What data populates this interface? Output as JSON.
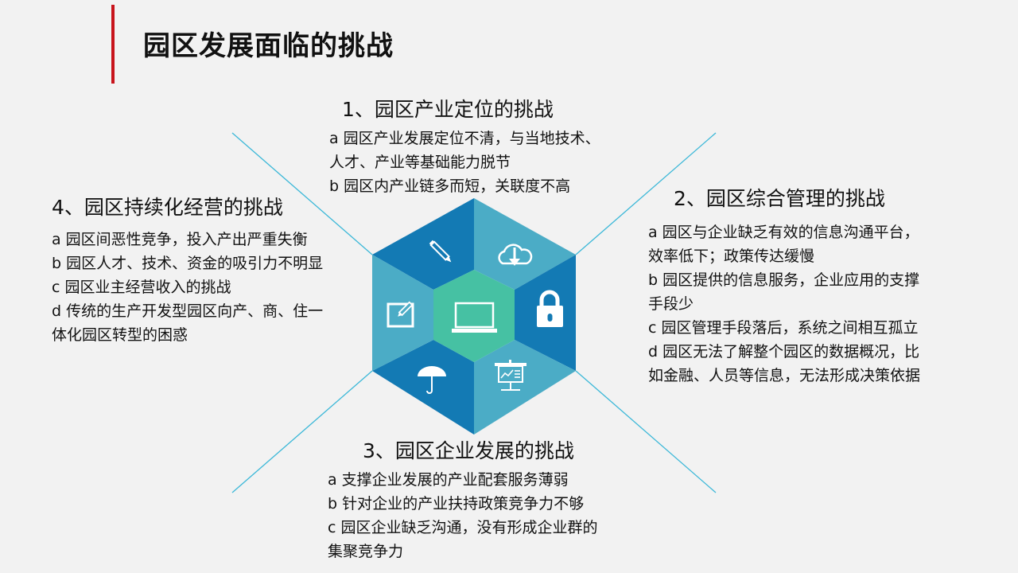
{
  "page": {
    "title": "园区发展面临的挑战",
    "accent_color": "#c8141c"
  },
  "diagram": {
    "colors": {
      "dark_segment": "#137ab4",
      "light_segment": "#4bacc6",
      "center": "#46c1a3",
      "connector_line": "#3cb8d8"
    },
    "segments": [
      {
        "position": "top-left",
        "icon": "pencil-icon"
      },
      {
        "position": "top-right",
        "icon": "cloud-download-icon"
      },
      {
        "position": "right",
        "icon": "lock-icon"
      },
      {
        "position": "bottom-right",
        "icon": "presentation-board-icon"
      },
      {
        "position": "bottom-left",
        "icon": "umbrella-icon"
      },
      {
        "position": "left",
        "icon": "edit-square-icon"
      }
    ],
    "center_icon": "laptop-icon"
  },
  "challenges": [
    {
      "heading": "1、园区产业定位的挑战",
      "lines": [
        "a  园区产业发展定位不清，与当地技术、",
        "人才、产业等基础能力脱节",
        "b  园区内产业链多而短，关联度不高"
      ]
    },
    {
      "heading": "2、园区综合管理的挑战",
      "lines": [
        "a  园区与企业缺乏有效的信息沟通平台，",
        "效率低下；政策传达缓慢",
        "b  园区提供的信息服务，企业应用的支撑",
        "手段少",
        "c  园区管理手段落后，系统之间相互孤立",
        "d  园区无法了解整个园区的数据概况，比",
        "如金融、人员等信息，无法形成决策依据"
      ]
    },
    {
      "heading": "3、园区企业发展的挑战",
      "lines": [
        "a  支撑企业发展的产业配套服务薄弱",
        "b  针对企业的产业扶持政策竞争力不够",
        "c  园区企业缺乏沟通，没有形成企业群的",
        "集聚竞争力"
      ]
    },
    {
      "heading": "4、园区持续化经营的挑战",
      "lines": [
        "a  园区间恶性竞争，投入产出严重失衡",
        "b  园区人才、技术、资金的吸引力不明显",
        "c  园区业主经营收入的挑战",
        "d  传统的生产开发型园区向产、商、住一",
        "体化园区转型的困惑"
      ]
    }
  ]
}
